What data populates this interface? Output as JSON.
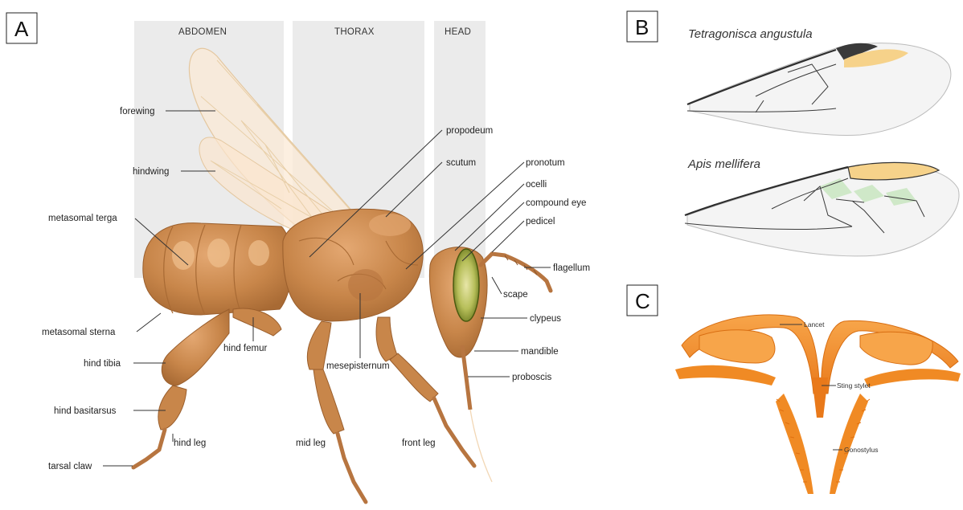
{
  "panels": {
    "a": {
      "letter": "A",
      "regions": [
        "ABDOMEN",
        "THORAX",
        "HEAD"
      ],
      "labels": {
        "forewing": "forewing",
        "hindwing": "hindwing",
        "metasomal_terga": "metasomal terga",
        "metasomal_sterna": "metasomal sterna",
        "hind_tibia": "hind tibia",
        "hind_basitarsus": "hind basitarsus",
        "hind_leg": "hind leg",
        "tarsal_claw": "tarsal claw",
        "hind_femur": "hind femur",
        "mesepisternum": "mesepisternum",
        "mid_leg": "mid leg",
        "front_leg": "front leg",
        "propodeum": "propodeum",
        "scutum": "scutum",
        "pronotum": "pronotum",
        "ocelli": "ocelli",
        "compound_eye": "compound eye",
        "pedicel": "pedicel",
        "flagellum": "flagellum",
        "scape": "scape",
        "clypeus": "clypeus",
        "mandible": "mandible",
        "proboscis": "proboscis"
      }
    },
    "b": {
      "letter": "B",
      "species_1": "Tetragonisca angustula",
      "species_2": "Apis mellifera"
    },
    "c": {
      "letter": "C",
      "labels": {
        "lancet": "Lancet",
        "sting_stylet": "Sting stylet",
        "gonostylus": "Gonostylus"
      }
    }
  },
  "colors": {
    "body": "#c8864a",
    "body_light": "#dfa06a",
    "body_dark": "#9a5e2c",
    "region_band": "#e9e9e9",
    "eye": "#6b7d1e",
    "wing_venation_yellow": "#f6d28a",
    "wing_cell_green": "#cfe8c8",
    "sting_orange": "#f08a24"
  }
}
